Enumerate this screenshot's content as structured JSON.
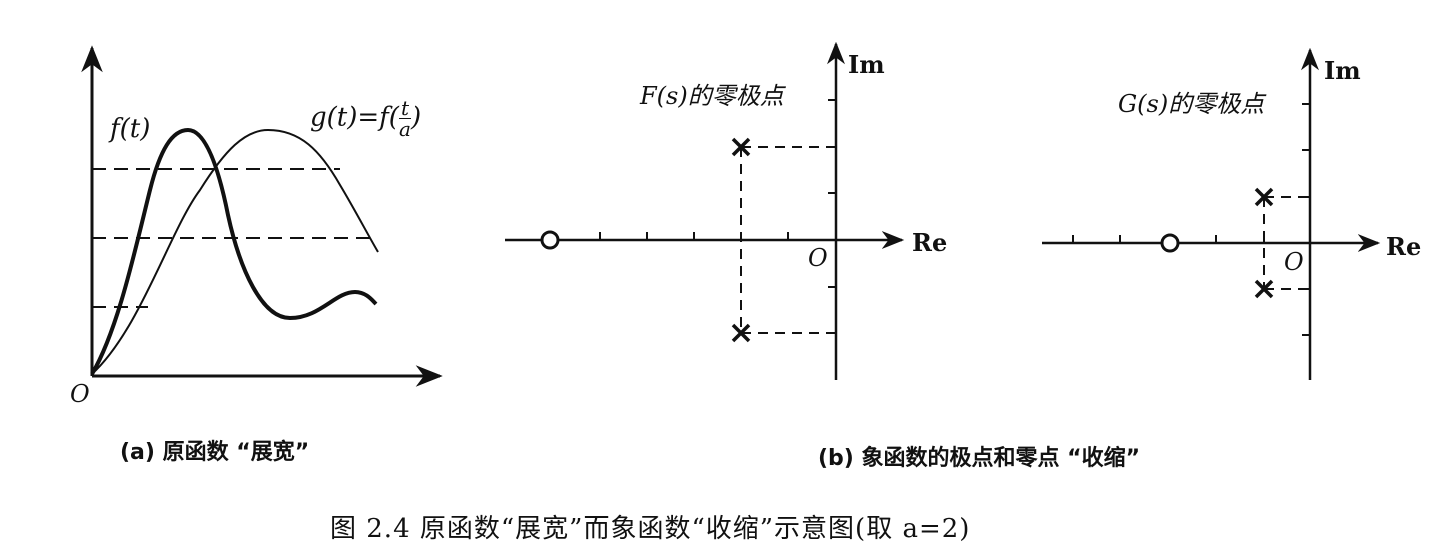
{
  "panel_a": {
    "origin_label": "O",
    "curve_f_label": "f(t)",
    "curve_g_label_left": "g(t)=f(",
    "curve_g_label_num": "t",
    "curve_g_label_den": "a",
    "curve_g_label_right": ")",
    "caption": "(a) 原函数 “展宽”"
  },
  "panel_b1": {
    "title": "F(s)的零极点",
    "axis_re": "Re",
    "axis_im": "Im",
    "origin_label": "O"
  },
  "panel_b2": {
    "title": "G(s)的零极点",
    "axis_re": "Re",
    "axis_im": "Im",
    "origin_label": "O"
  },
  "panel_b_caption": "(b) 象函数的极点和零点 “收缩”",
  "figure_title": "图 2.4   原函数“展宽”而象函数“收缩”示意图(取 a=2)"
}
